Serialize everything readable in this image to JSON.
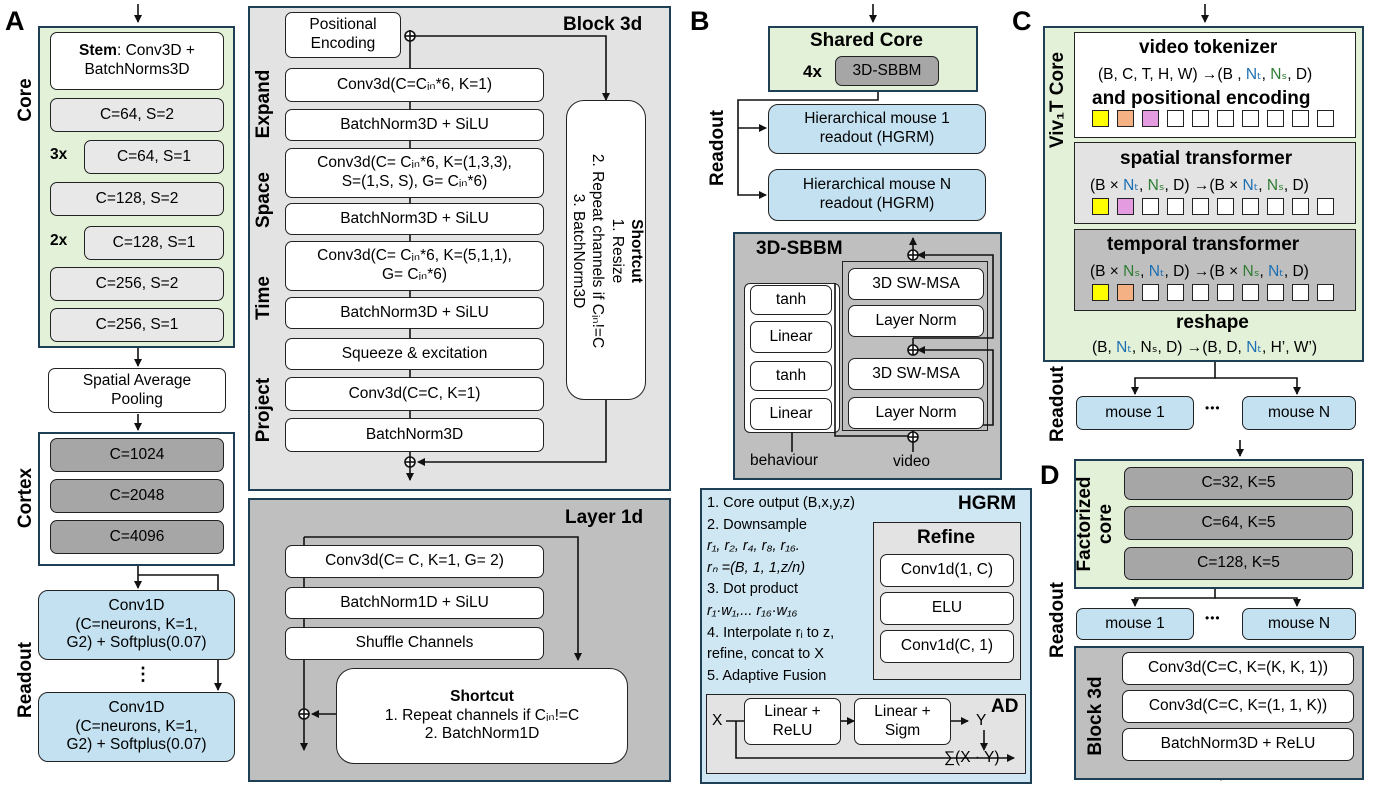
{
  "A": {
    "letter": "A",
    "side_core": "Core",
    "side_cortex": "Cortex",
    "side_readout": "Readout",
    "stem_bold": "Stem",
    "stem_rest": ": Conv3D +",
    "stem_line2": "BatchNorms3D",
    "layers": [
      "C=64, S=2",
      "C=64, S=1",
      "C=128, S=2",
      "C=128, S=1",
      "C=256, S=2",
      "C=256, S=1"
    ],
    "mult_3x": "3x",
    "mult_2x": "2x",
    "pooling": [
      "Spatial Average",
      "Pooling"
    ],
    "cortex": [
      "C=1024",
      "C=2048",
      "C=4096"
    ],
    "readout_lines": [
      "Conv1D",
      "(C=neurons, K=1,",
      "G2) + Softplus(0.07)"
    ],
    "vdots": "⋮"
  },
  "block3d": {
    "title": "Block 3d",
    "pos_enc": [
      "Positional",
      "Encoding"
    ],
    "expand_label": "Expand",
    "space_label": "Space",
    "time_label": "Time",
    "project_label": "Project",
    "conv_expand": "Conv3d(C=Cᵢₙ*6, K=1)",
    "bn_silu": "BatchNorm3D + SiLU",
    "conv_space": [
      "Conv3d(C= Cᵢₙ*6, K=(1,3,3),",
      "S=(1,S, S), G= Cᵢₙ*6)"
    ],
    "conv_time": [
      "Conv3d(C= Cᵢₙ*6, K=(5,1,1),",
      "G= Cᵢₙ*6)"
    ],
    "squeeze": "Squeeze & excitation",
    "conv_project": "Conv3d(C=C, K=1)",
    "bn3d": "BatchNorm3D",
    "shortcut_title": "Shortcut",
    "shortcut_lines": [
      "1. Resize",
      "2. Repeat channels if Cᵢₙ!=C",
      "3. BatchNorm3D"
    ]
  },
  "layer1d": {
    "title": "Layer 1d",
    "conv": "Conv3d(C= C, K=1, G= 2)",
    "bn1d_silu": "BatchNorm1D + SiLU",
    "shuffle": "Shuffle Channels",
    "shortcut_title": "Shortcut",
    "shortcut_lines": [
      "1. Repeat channels if Cᵢₙ!=C",
      "2. BatchNorm1D"
    ]
  },
  "B": {
    "letter": "B",
    "shared_core": "Shared Core",
    "mult_4x": "4x",
    "sbbm_box": "3D-SBBM",
    "readout_label": "Readout",
    "hgrm1": [
      "Hierarchical mouse 1",
      "readout (HGRM)"
    ],
    "hgrmN": [
      "Hierarchical mouse N",
      "readout (HGRM)"
    ],
    "sbbm_title": "3D-SBBM",
    "behaviour_stack": [
      "tanh",
      "Linear",
      "tanh",
      "Linear"
    ],
    "behaviour": "behaviour",
    "video_stack": [
      "3D SW-MSA",
      "Layer Norm",
      "3D SW-MSA",
      "Layer Norm"
    ],
    "video": "video",
    "hgrm_title": "HGRM",
    "hgrm_steps": [
      "1. Core output (B,x,y,z)",
      "2. Downsample",
      "r₁, r₂, r₄, r₈, r₁₆.",
      "rₙ =(B, 1, 1,z/n)",
      "3. Dot product",
      "r₁·w₁,... r₁₆·w₁₆",
      "4. Interpolate rᵢ to z,",
      "refine, concat to X",
      "5. Adaptive Fusion"
    ],
    "refine_title": "Refine",
    "refine_stack": [
      "Conv1d(1, C)",
      "ELU",
      "Conv1d(C, 1)"
    ],
    "ad_title": "AD",
    "ad_x": "X",
    "ad_y": "Y",
    "ad_lin_relu": [
      "Linear +",
      "ReLU"
    ],
    "ad_lin_sigm": [
      "Linear +",
      "Sigm"
    ],
    "ad_sum": "∑(X · Y)"
  },
  "C": {
    "letter": "C",
    "side_label": "Viv₁T Core",
    "tok_title": "video tokenizer",
    "tok_formula": [
      "(B, C, T, H, W) →(B , ",
      "Nₜ",
      ", ",
      "Nₛ",
      ", D)"
    ],
    "tok_title2": "and positional encoding",
    "spatial_title": "spatial transformer",
    "spatial_formula": [
      "(B × ",
      "Nₜ",
      ", ",
      "Nₛ",
      ", D) →(B × ",
      "Nₜ",
      ", ",
      "Nₛ",
      ", D)"
    ],
    "temporal_title": "temporal transformer",
    "temporal_formula": [
      "(B × ",
      "Nₛ",
      ", ",
      "Nₜ",
      ", D) →(B × ",
      "Nₛ",
      ", ",
      "Nₜ",
      ", D)"
    ],
    "reshape_title": "reshape",
    "reshape_formula": [
      "(B, ",
      "Nₜ",
      ", Nₛ, D) →(B, D, ",
      "Nₜ",
      ", H’, W’)"
    ],
    "readout_label": "Readout",
    "mouse1": "mouse 1",
    "mouseN": "mouse N",
    "ellipsis": "•••",
    "square_colors": {
      "yellow": "#ffff00",
      "orange": "#f4b183",
      "pink": "#e59be0",
      "empty": "#ffffff"
    }
  },
  "D": {
    "letter": "D",
    "side_label": [
      "Factorized",
      "core"
    ],
    "layers": [
      "C=32, K=5",
      "C=64, K=5",
      "C=128, K=5"
    ],
    "readout_label": "Readout",
    "mouse1": "mouse 1",
    "mouseN": "mouse N",
    "ellipsis": "•••",
    "block_label": "Block 3d",
    "block_stack": [
      "Conv3d(C=C, K=(K, K, 1))",
      "Conv3d(C=C, K=(1, 1, K))",
      "BatchNorm3D + ReLU"
    ]
  },
  "colors": {
    "green": "#e3f1d8",
    "light_gray": "#e3e3e3",
    "dark_gray": "#bfbfbf",
    "blue": "#cfe7f3",
    "n_t_blue": "#1c6fb3",
    "n_s_green": "#2e7d32"
  }
}
